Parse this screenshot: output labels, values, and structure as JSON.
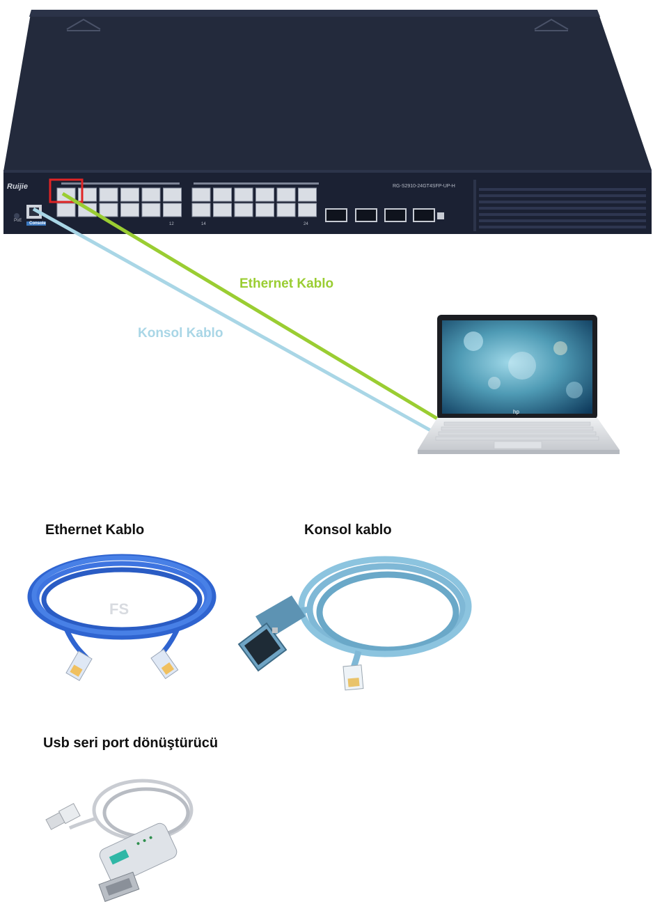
{
  "switch": {
    "brand": "Ruijie",
    "model": "RG-S2910-24GT4SFP-UP-H",
    "port_label_left": "12",
    "port_label_mid": "14",
    "port_label_right": "24",
    "console_label": "Console",
    "poe_label": "PoE",
    "highlight_color": "#e02424",
    "body_color": "#232a3d"
  },
  "diagram": {
    "ethernet_label": "Ethernet Kablo",
    "console_label": "Konsol Kablo",
    "ethernet_color": "#9acd32",
    "console_color": "#a9d6e6"
  },
  "laptop": {
    "logo": "hp"
  },
  "sections": {
    "ethernet_title": "Ethernet Kablo",
    "console_title": "Konsol kablo",
    "usb_title": "Usb seri port dönüştürücü",
    "fs_watermark": "FS"
  }
}
